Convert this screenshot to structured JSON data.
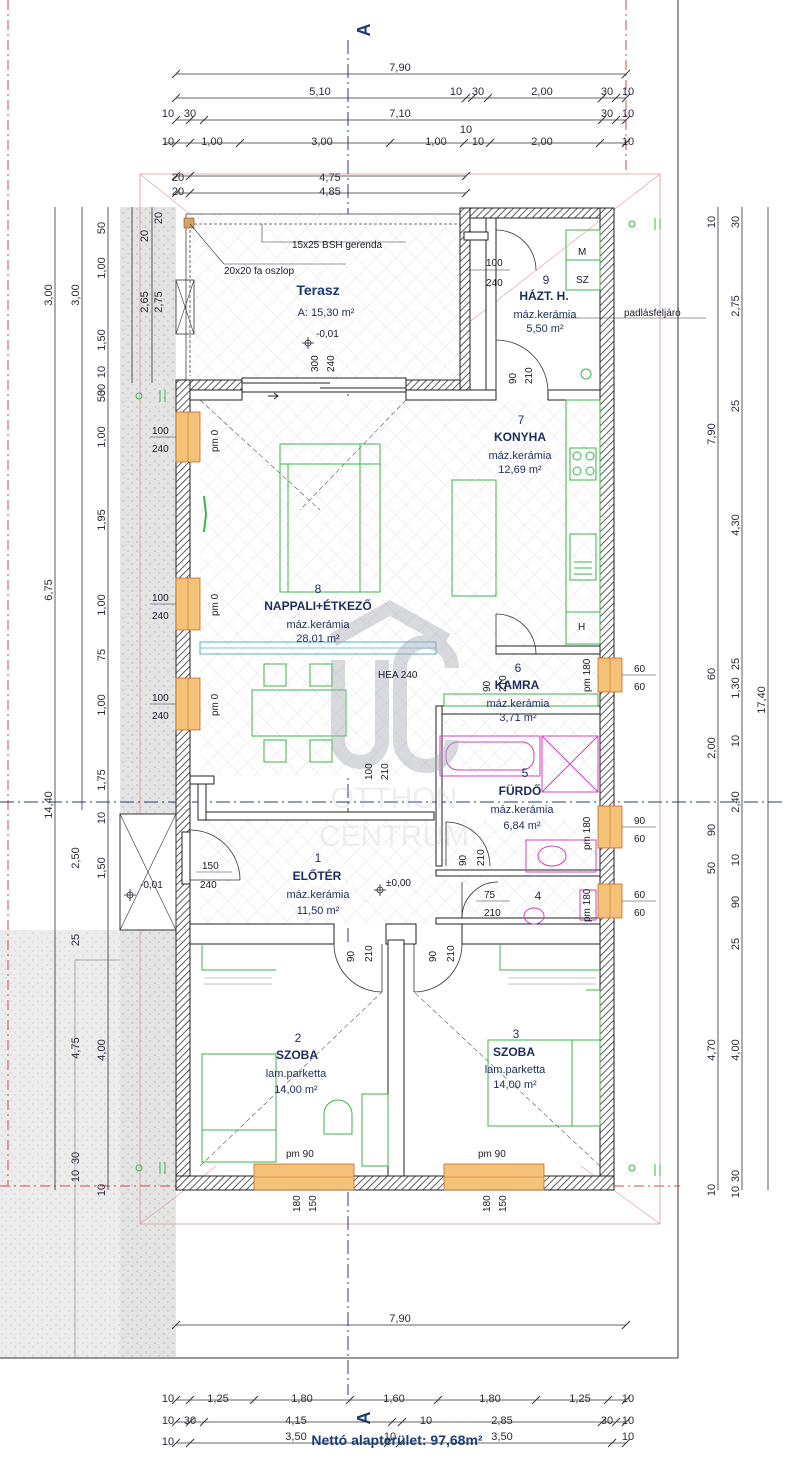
{
  "section_marker": "A",
  "dimensions": {
    "top_row1": [
      "7,90"
    ],
    "top_row2": [
      "5,10",
      "10",
      "30",
      "2,00",
      "30",
      "10"
    ],
    "top_row3": [
      "10",
      "30",
      "7,10",
      "30",
      "10"
    ],
    "top_row4": [
      "10",
      "1,00",
      "3,00",
      "1,00",
      "10",
      "2,00",
      "10"
    ],
    "top_row4_extra": "10",
    "terrace_row1": [
      "20",
      "4,75"
    ],
    "terrace_row2": [
      "20",
      "4,85"
    ],
    "bottom_row1": [
      "10",
      "1,25",
      "1,80",
      "1,60",
      "1,80",
      "1,25",
      "10"
    ],
    "bottom_row2": [
      "10",
      "30",
      "4,15",
      "10",
      "2,85",
      "30",
      "10"
    ],
    "bottom_row3": [
      "10",
      "3,50",
      "10",
      "3,50",
      "10"
    ],
    "bottom_total": "7,90",
    "left_outer": [
      "3,00",
      "6,75",
      "14,40"
    ],
    "left_mid": [
      "3,00",
      "2,50",
      "4,75"
    ],
    "left_inner": [
      "50",
      "1,00",
      "1,50",
      "30",
      "10",
      "50",
      "1,00",
      "1,95",
      "1,00",
      "75",
      "1,00",
      "1,75",
      "10",
      "1,50",
      "25",
      "4,00",
      "10",
      "30",
      "10"
    ],
    "left_terrace": [
      "2,65",
      "2,75",
      "20",
      "20"
    ],
    "right_inner": [
      "10",
      "30",
      "2,75",
      "25",
      "4,30",
      "60",
      "1,30",
      "25",
      "10",
      "2,40",
      "90",
      "50",
      "10",
      "90",
      "25",
      "4,00",
      "10",
      "30",
      "10"
    ],
    "right_mid": [
      "7,90",
      "2,00",
      "4,70"
    ],
    "right_outer": [
      "17,40"
    ]
  },
  "rooms": [
    {
      "num": "",
      "name": "Terasz",
      "material": "",
      "area": "A: 15,30 m²"
    },
    {
      "num": "9",
      "name": "HÁZT. H.",
      "material": "máz.kerámia",
      "area": "5,50 m²"
    },
    {
      "num": "7",
      "name": "KONYHA",
      "material": "máz.kerámia",
      "area": "12,69 m²"
    },
    {
      "num": "8",
      "name": "NAPPALI+ÉTKEZŐ",
      "material": "máz.kerámia",
      "area": "28,01 m²"
    },
    {
      "num": "6",
      "name": "KAMRA",
      "material": "máz.kerámia",
      "area": "3,71 m²"
    },
    {
      "num": "5",
      "name": "FÜRDŐ",
      "material": "máz.kerámia",
      "area": "6,84 m²"
    },
    {
      "num": "1",
      "name": "ELŐTÉR",
      "material": "máz.kerámia",
      "area": "11,50 m²"
    },
    {
      "num": "4",
      "name": "",
      "material": "",
      "area": ""
    },
    {
      "num": "2",
      "name": "SZOBA",
      "material": "lam.parketta",
      "area": "14,00 m²"
    },
    {
      "num": "3",
      "name": "SZOBA",
      "material": "lam.parketta",
      "area": "14,00 m²"
    }
  ],
  "annotations": {
    "beam": "15x25 BSH gerenda",
    "post": "20x20 fa oszlop",
    "attic": "padlásfeljáró",
    "hea": "HEA 240",
    "terrace_level": "-0,01",
    "entry_level": "-0,01",
    "floor_level": "±0,00",
    "sz": "SZ",
    "m": "M",
    "h": "H"
  },
  "openings": {
    "terrace_door_w": "100",
    "terrace_door_h": "240",
    "slide_w": "300",
    "slide_h": "240",
    "kitchen_door_w": "90",
    "kitchen_door_h": "210",
    "win1_w": "100",
    "win1_h": "240",
    "win1_pm": "pm 0",
    "win2_w": "100",
    "win2_h": "240",
    "win2_pm": "pm 0",
    "win3_w": "100",
    "win3_h": "240",
    "win3_pm": "pm 0",
    "kamra_door_w": "90",
    "kamra_door_h": "210",
    "kamra_win_w": "60",
    "kamra_win_h": "60",
    "kamra_win_pm": "pm 180",
    "bath_win_w": "90",
    "bath_win_h": "60",
    "bath_win_pm": "pm 180",
    "wc_win_w": "60",
    "wc_win_h": "60",
    "wc_win_pm": "pm 180",
    "hall_door_w": "100",
    "hall_door_h": "210",
    "bath_door_w": "90",
    "bath_door_h": "210",
    "wc_door_w": "75",
    "wc_door_h": "210",
    "entry_door_w": "150",
    "entry_door_h": "240",
    "room2_door_w": "90",
    "room2_door_h": "210",
    "room3_door_w": "90",
    "room3_door_h": "210",
    "room2_pm": "pm 90",
    "room3_pm": "pm 90",
    "room2_win_w": "180",
    "room2_win_h": "150",
    "room3_win_w": "180",
    "room3_win_h": "150",
    "hazt_door_w": "100",
    "hazt_door_h": "240"
  },
  "watermark": {
    "line1": "OTTHON",
    "line2": "CENTRUM"
  },
  "footer": "Nettó alapterület: 97,68m²"
}
